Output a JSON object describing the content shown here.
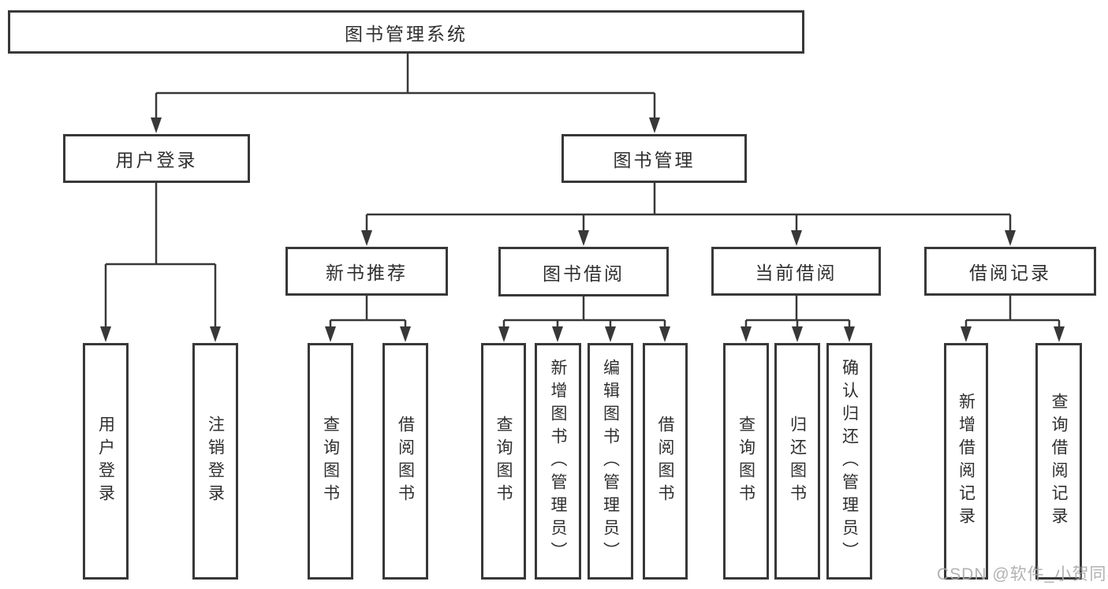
{
  "tree": {
    "root": {
      "label": "图书管理系统"
    },
    "branches": [
      {
        "label": "用户登录",
        "children": [
          {
            "label": "用户登录"
          },
          {
            "label": "注销登录"
          }
        ]
      },
      {
        "label": "图书管理",
        "children": [
          {
            "label": "新书推荐",
            "children": [
              {
                "label": "查询图书"
              },
              {
                "label": "借阅图书"
              }
            ]
          },
          {
            "label": "图书借阅",
            "children": [
              {
                "label": "查询图书"
              },
              {
                "label": "新增图书（管理员）"
              },
              {
                "label": "编辑图书（管理员）"
              },
              {
                "label": "借阅图书"
              }
            ]
          },
          {
            "label": "当前借阅",
            "children": [
              {
                "label": "查询图书"
              },
              {
                "label": "归还图书"
              },
              {
                "label": "确认归还（管理员）"
              }
            ]
          },
          {
            "label": "借阅记录",
            "children": [
              {
                "label": "新增借阅记录"
              },
              {
                "label": "查询借阅记录"
              }
            ]
          }
        ]
      }
    ]
  },
  "watermark": {
    "text": "CSDN @软件_小贺同学"
  },
  "colors": {
    "line": "#383838",
    "box_border": "#383838",
    "text": "#2f2f2f",
    "watermark": "#aaaaaa",
    "background": "#ffffff"
  }
}
